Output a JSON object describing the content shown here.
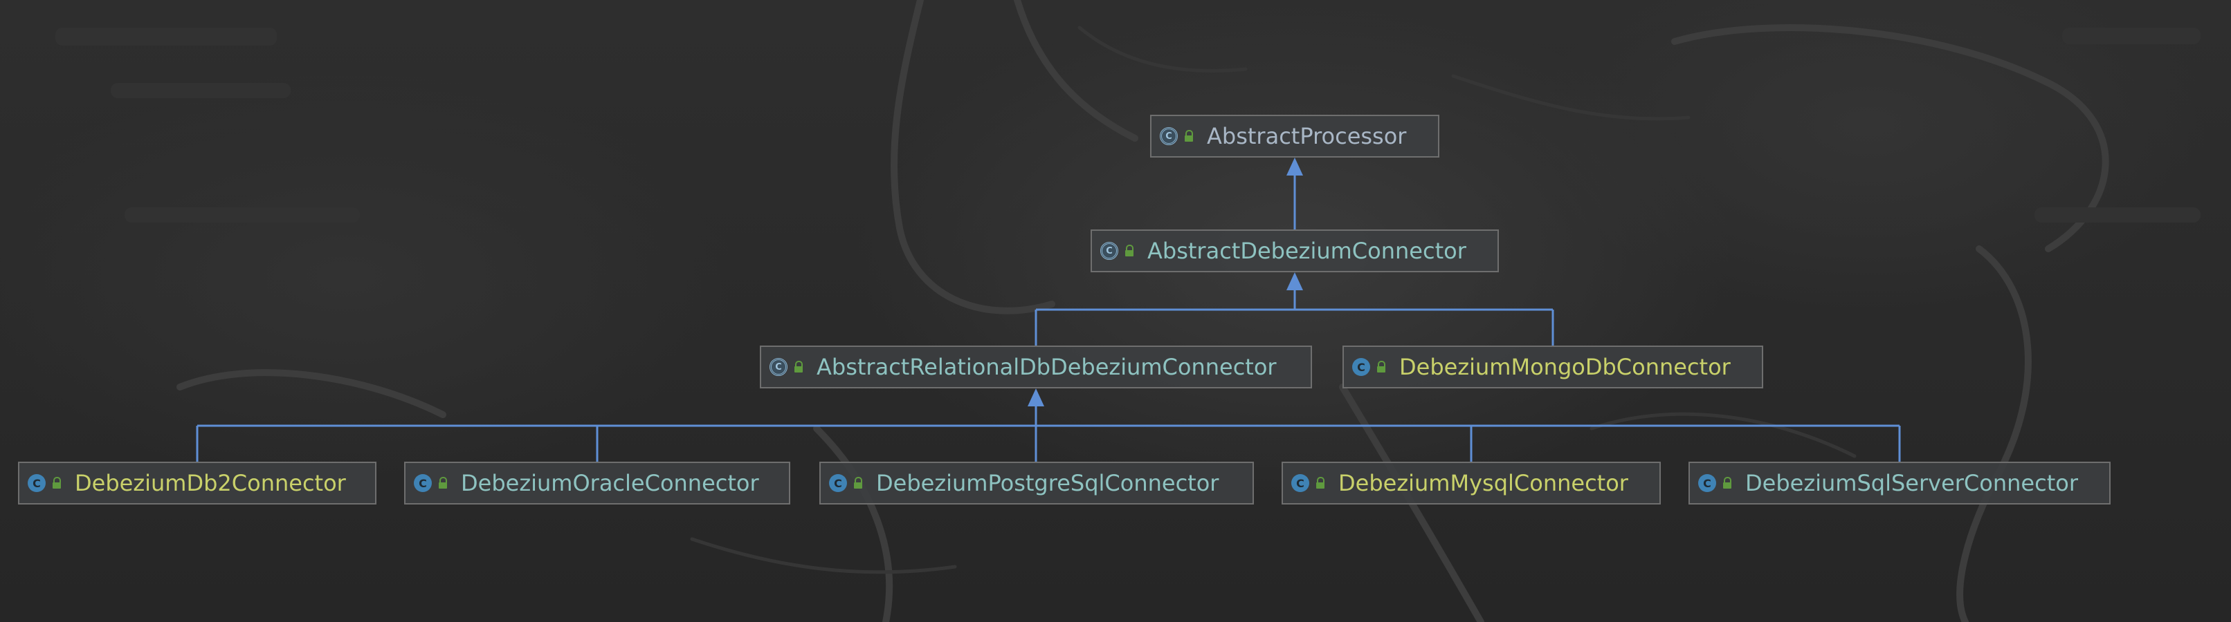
{
  "diagram": {
    "colors": {
      "abstract_text": "#a9b7c6",
      "class_text": "#8ec3c1",
      "highlight_text": "#c9d16a",
      "edge": "#5f8fd6",
      "node_border": "#6e6e6e",
      "node_fill": "#3c3f41"
    },
    "nodes": [
      {
        "id": "abstract-processor",
        "label": "AbstractProcessor",
        "kind": "abstract",
        "tone": "abstract_text"
      },
      {
        "id": "abstract-debezium-connector",
        "label": "AbstractDebeziumConnector",
        "kind": "abstract",
        "tone": "class_text"
      },
      {
        "id": "abstract-relational-db-debezium-connector",
        "label": "AbstractRelationalDbDebeziumConnector",
        "kind": "abstract",
        "tone": "class_text"
      },
      {
        "id": "debezium-mongo-db-connector",
        "label": "DebeziumMongoDbConnector",
        "kind": "class",
        "tone": "highlight_text"
      },
      {
        "id": "debezium-db2-connector",
        "label": "DebeziumDb2Connector",
        "kind": "class",
        "tone": "highlight_text"
      },
      {
        "id": "debezium-oracle-connector",
        "label": "DebeziumOracleConnector",
        "kind": "class",
        "tone": "class_text"
      },
      {
        "id": "debezium-postgre-sql-connector",
        "label": "DebeziumPostgreSqlConnector",
        "kind": "class",
        "tone": "class_text"
      },
      {
        "id": "debezium-mysql-connector",
        "label": "DebeziumMysqlConnector",
        "kind": "class",
        "tone": "highlight_text"
      },
      {
        "id": "debezium-sql-server-connector",
        "label": "DebeziumSqlServerConnector",
        "kind": "class",
        "tone": "class_text"
      }
    ],
    "edges": [
      {
        "from": "abstract-debezium-connector",
        "to": "abstract-processor"
      },
      {
        "from": "abstract-relational-db-debezium-connector",
        "to": "abstract-debezium-connector"
      },
      {
        "from": "debezium-mongo-db-connector",
        "to": "abstract-debezium-connector"
      },
      {
        "from": "debezium-db2-connector",
        "to": "abstract-relational-db-debezium-connector"
      },
      {
        "from": "debezium-oracle-connector",
        "to": "abstract-relational-db-debezium-connector"
      },
      {
        "from": "debezium-postgre-sql-connector",
        "to": "abstract-relational-db-debezium-connector"
      },
      {
        "from": "debezium-mysql-connector",
        "to": "abstract-relational-db-debezium-connector"
      },
      {
        "from": "debezium-sql-server-connector",
        "to": "abstract-relational-db-debezium-connector"
      }
    ],
    "icons": {
      "class_letter": "C",
      "abstract_letter": "C"
    }
  }
}
